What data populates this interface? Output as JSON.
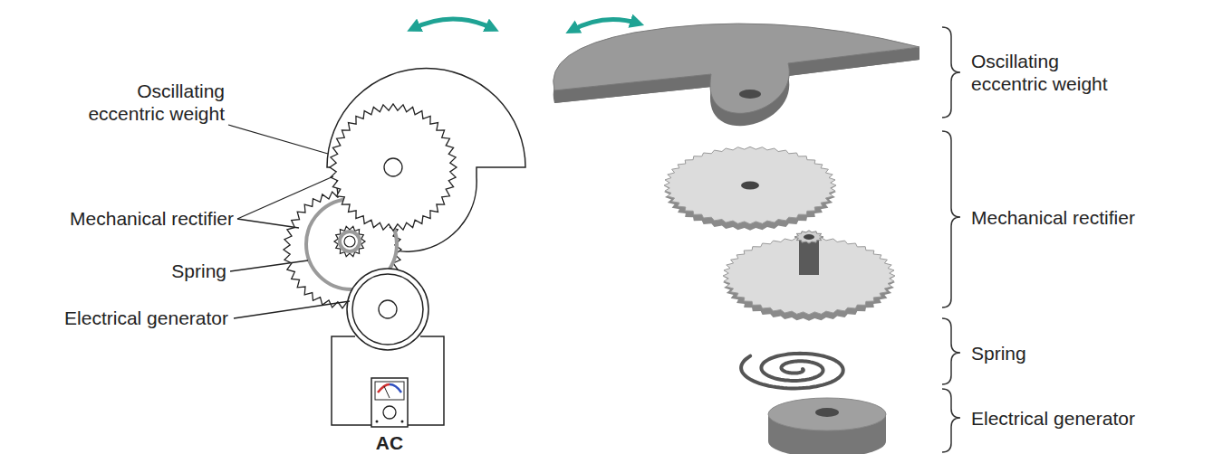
{
  "diagram": {
    "labels": [
      "Oscillating eccentric weight",
      "Mechanical rectifier",
      "Spring",
      "Electrical generator",
      "AC",
      "Oscillating eccentric weight",
      "Mechanical rectifier",
      "Spring",
      "Electrical generator"
    ]
  }
}
